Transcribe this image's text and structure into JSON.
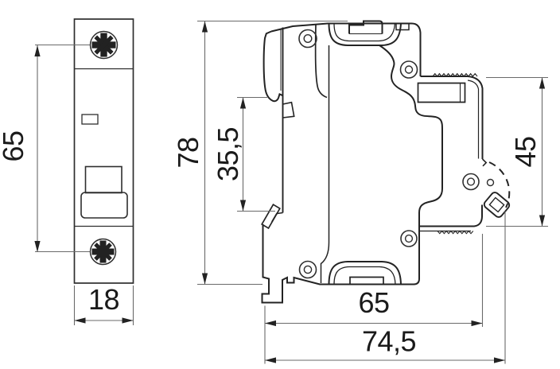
{
  "front_view": {
    "screw_spacing": "65",
    "width": "18"
  },
  "side_view": {
    "total_height": "78",
    "clip_offset": "35,5",
    "rear_height": "45",
    "base_depth": "65",
    "total_depth": "74,5"
  },
  "colors": {
    "background": "#ffffff",
    "outline": "#232323",
    "dimension_lines": "#6a6a6a",
    "text": "#1a1a1a"
  }
}
